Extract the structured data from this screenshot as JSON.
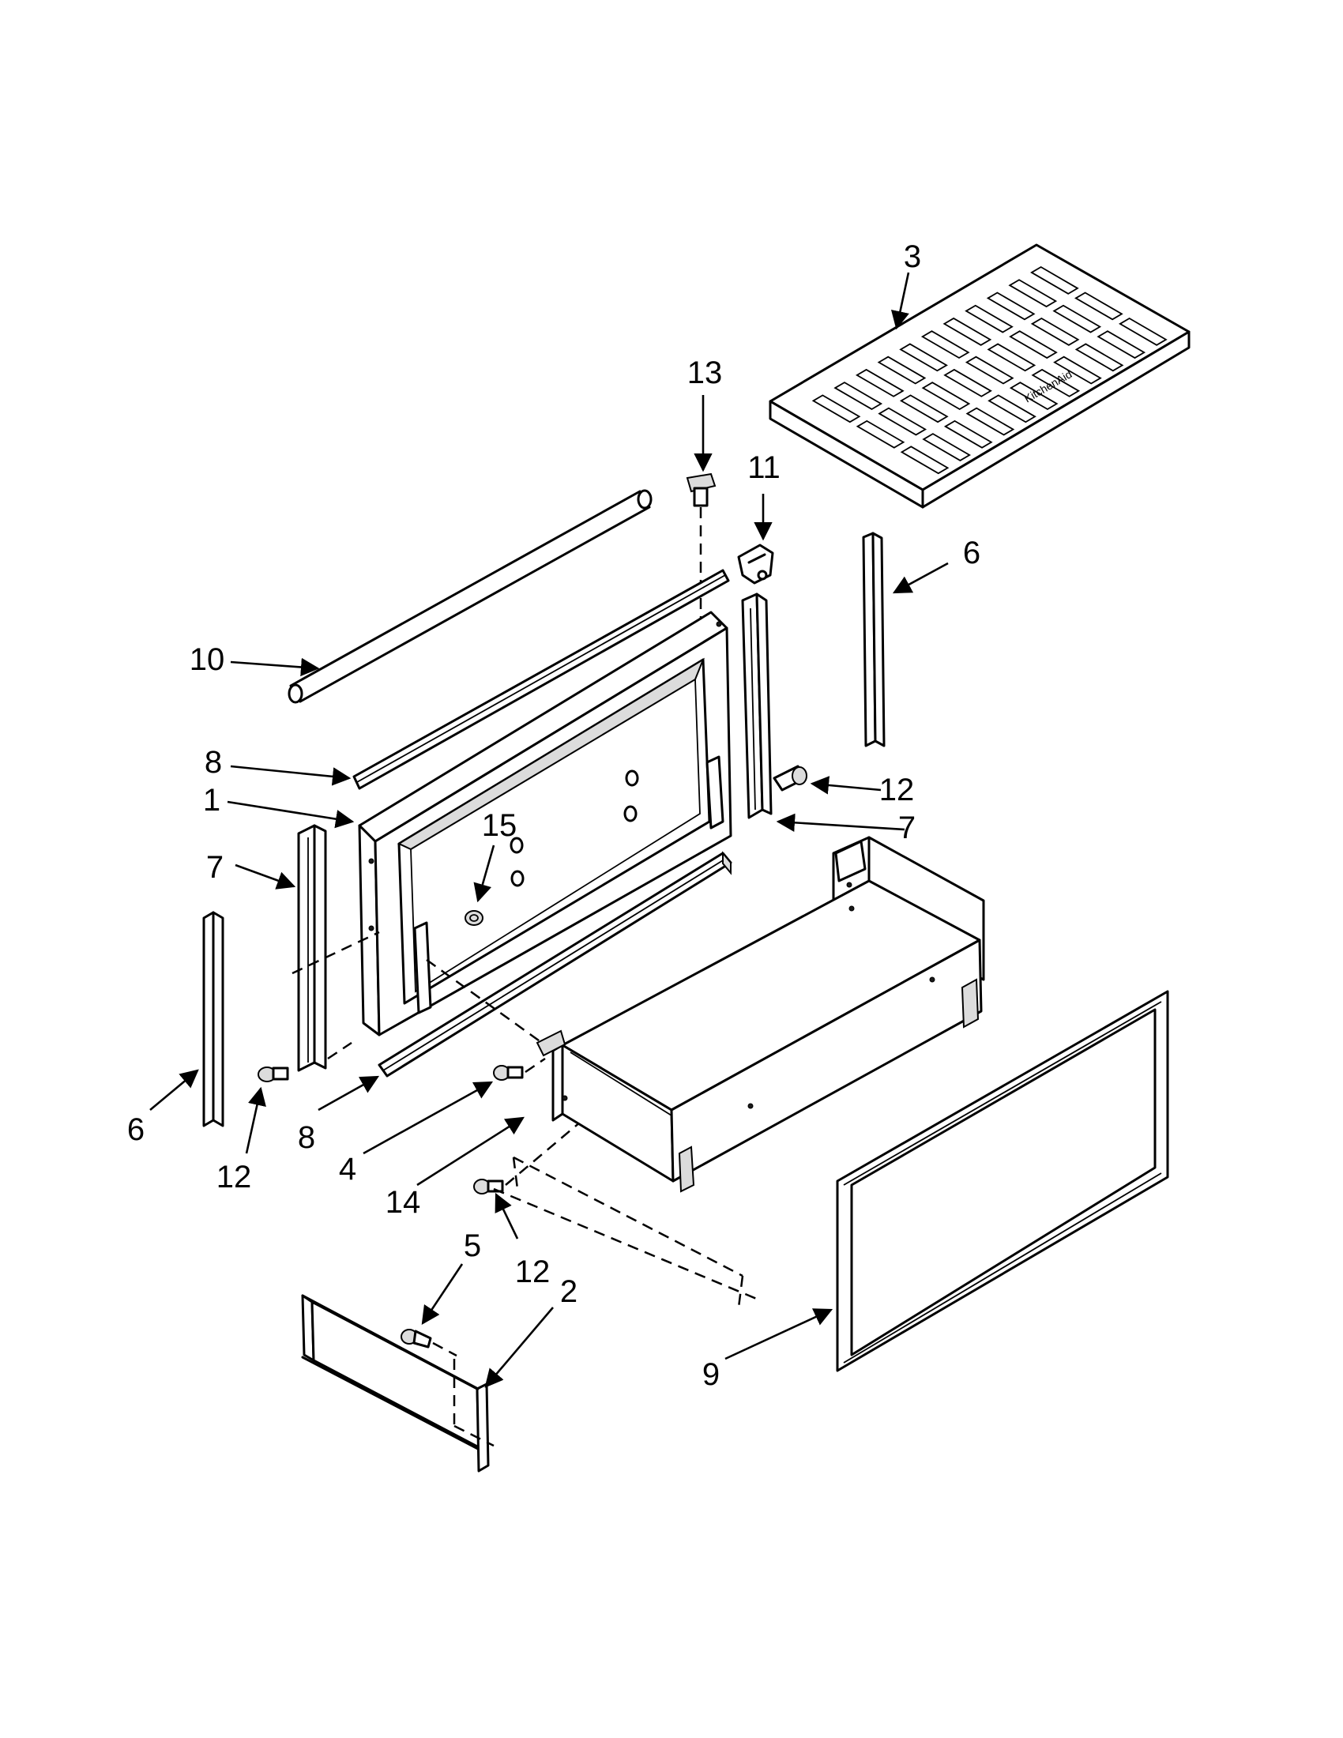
{
  "callouts": {
    "c1": "1",
    "c2": "2",
    "c3": "3",
    "c4": "4",
    "c5": "5",
    "c6_left": "6",
    "c6_right": "6",
    "c7_left": "7",
    "c7_right": "7",
    "c8_top": "8",
    "c8_bottom": "8",
    "c9": "9",
    "c10": "10",
    "c11": "11",
    "c12_left": "12",
    "c12_right": "12",
    "c12_bottom": "12",
    "c13": "13",
    "c14": "14",
    "c15": "15"
  }
}
